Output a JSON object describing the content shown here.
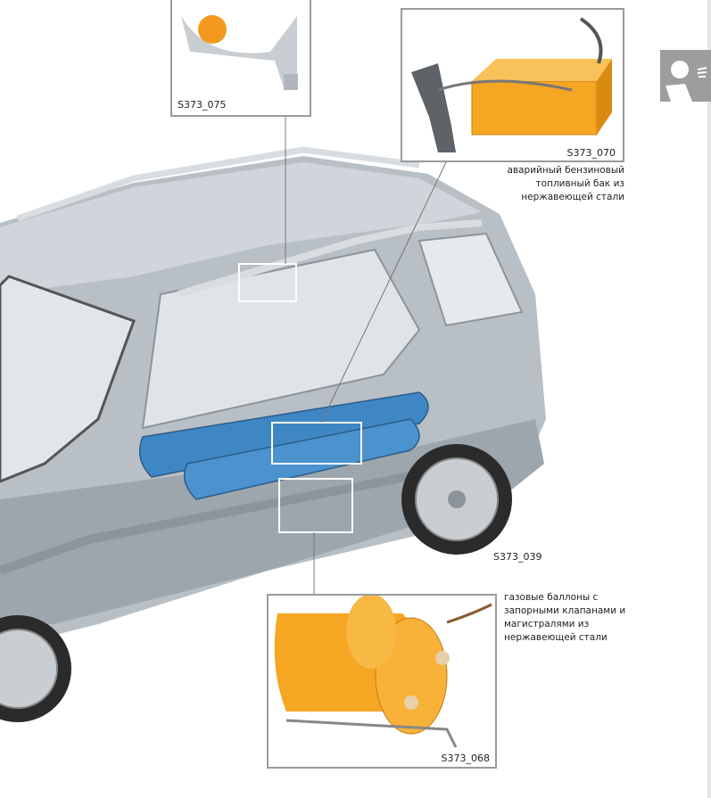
{
  "figures": {
    "main": {
      "code": "S373_039"
    },
    "filler_cap": {
      "code": "S373_075"
    },
    "petrol_tank": {
      "code": "S373_070",
      "caption_lines": [
        "аварийный бензиновый",
        "топливный бак из",
        "нержавеющей стали"
      ]
    },
    "gas_cylinders": {
      "code": "S373_068",
      "caption_lines": [
        "газовые баллоны с",
        "запорными клапанами и",
        "магистралями из",
        "нержавеющей стали"
      ]
    }
  },
  "icons": {
    "margin_tab": "reader-hand-icon"
  },
  "colors": {
    "tank_orange": "#f5a623",
    "cylinder_blue": "#3f86c4",
    "car_body": "#b9c0c6",
    "frame_gray": "#9a9a9a"
  }
}
